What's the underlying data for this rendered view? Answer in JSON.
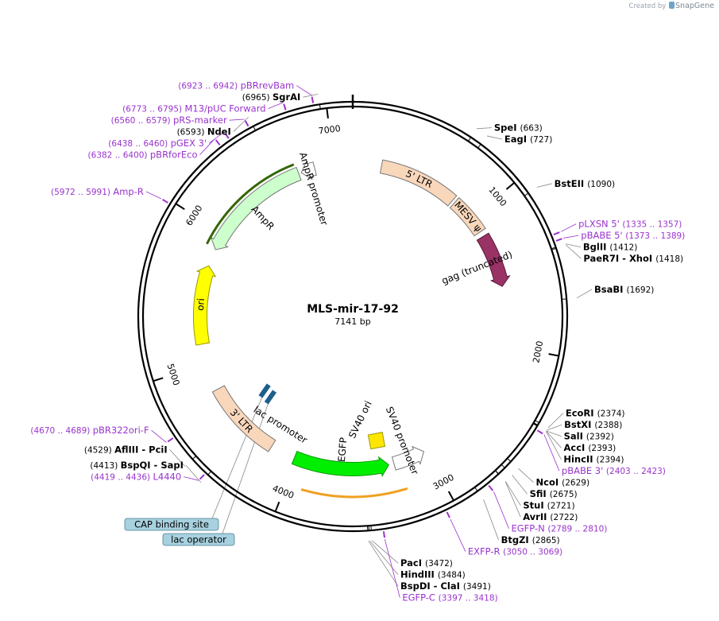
{
  "credit": {
    "prefix": "Created by",
    "brand": "SnapGene"
  },
  "plasmid": {
    "name": "MLS-mir-17-92",
    "size_label": "7141 bp",
    "length": 7141
  },
  "ticks": [
    {
      "pos": 1000,
      "label": "1000"
    },
    {
      "pos": 2000,
      "label": "2000"
    },
    {
      "pos": 3000,
      "label": "3000"
    },
    {
      "pos": 4000,
      "label": "4000"
    },
    {
      "pos": 5000,
      "label": "5000"
    },
    {
      "pos": 6000,
      "label": "6000"
    },
    {
      "pos": 7000,
      "label": "7000"
    }
  ],
  "features": [
    {
      "name": "5' LTR",
      "start": 215,
      "end": 808,
      "dir": 0,
      "track": 0,
      "fill": "#f9d7bb",
      "stroke": "#777777",
      "label_inside": true
    },
    {
      "name": "MESV ψ",
      "start": 830,
      "end": 1120,
      "dir": 0,
      "track": 0,
      "fill": "#f9d7bb",
      "stroke": "#777777",
      "label_inside": true
    },
    {
      "name": "gag (truncated)",
      "start": 1160,
      "end": 1560,
      "dir": 1,
      "track": 0,
      "fill": "#993366",
      "stroke": "#5a1a3a",
      "label_inside": false
    },
    {
      "name": "SV40 ori",
      "start": 3320,
      "end": 3390,
      "dir": 0,
      "track": 1,
      "fill": "#ffe600",
      "stroke": "#999900",
      "label_inside": false
    },
    {
      "name": "SV40 promoter",
      "start": 3020,
      "end": 3260,
      "dir": -1,
      "track": 0,
      "fill": "#ffffff",
      "stroke": "#777777",
      "label_inside": false
    },
    {
      "name": "EGFP",
      "start": 3300,
      "end": 4016,
      "dir": -1,
      "track": 0,
      "fill": "#00ee00",
      "stroke": "#009900",
      "label_inside": false
    },
    {
      "name": "3' LTR",
      "start": 4205,
      "end": 4795,
      "dir": 0,
      "track": 0,
      "fill": "#f9d7bb",
      "stroke": "#777777",
      "label_inside": true
    },
    {
      "name": "ori",
      "start": 5150,
      "end": 5740,
      "dir": 1,
      "track": 0,
      "fill": "#ffff00",
      "stroke": "#999900",
      "label_inside": true
    },
    {
      "name": "AmpR",
      "start": 5870,
      "end": 6730,
      "dir": -1,
      "track": 0,
      "fill": "#ccffcc",
      "stroke": "#777777",
      "label_inside": false
    },
    {
      "name": "AmpR promoter",
      "start": 6750,
      "end": 6855,
      "dir": -1,
      "track": 0,
      "fill": "#ffffff",
      "stroke": "#777777",
      "label_inside": false
    }
  ],
  "orf_arcs": [
    {
      "start": 3900,
      "end": 3220,
      "color": "#f0a020"
    },
    {
      "start": 5880,
      "end": 6720,
      "color": "#336600"
    }
  ],
  "small_boxes": [
    {
      "name": "CAP binding site",
      "pos": 4560,
      "fill": "#1e5f8c"
    },
    {
      "name": "lac operator",
      "pos": 4510,
      "fill": "#1e5f8c"
    }
  ],
  "lac_promoter": {
    "name": "lac promoter",
    "pos": 4520
  },
  "sites": [
    {
      "name": "SgrAI",
      "pos_text": "(6965)",
      "pos": 6965
    },
    {
      "name": "SpeI",
      "pos_text": "(663)",
      "pos": 663
    },
    {
      "name": "EagI",
      "pos_text": "(727)",
      "pos": 727
    },
    {
      "name": "BstEII",
      "pos_text": "(1090)",
      "pos": 1090
    },
    {
      "name": "BglII",
      "pos_text": "(1412)",
      "pos": 1412
    },
    {
      "name": "PaeR7I - XhoI",
      "pos_text": "(1418)",
      "pos": 1418
    },
    {
      "name": "BsaBI",
      "pos_text": "(1692)",
      "pos": 1692
    },
    {
      "name": "EcoRI",
      "pos_text": "(2374)",
      "pos": 2374
    },
    {
      "name": "BstXI",
      "pos_text": "(2388)",
      "pos": 2388
    },
    {
      "name": "SalI",
      "pos_text": "(2392)",
      "pos": 2392
    },
    {
      "name": "AccI",
      "pos_text": "(2393)",
      "pos": 2393
    },
    {
      "name": "HincII",
      "pos_text": "(2394)",
      "pos": 2394
    },
    {
      "name": "NcoI",
      "pos_text": "(2629)",
      "pos": 2629
    },
    {
      "name": "SfiI",
      "pos_text": "(2675)",
      "pos": 2675
    },
    {
      "name": "StuI",
      "pos_text": "(2721)",
      "pos": 2721
    },
    {
      "name": "AvrII",
      "pos_text": "(2722)",
      "pos": 2722
    },
    {
      "name": "BtgZI",
      "pos_text": "(2865)",
      "pos": 2865
    },
    {
      "name": "PacI",
      "pos_text": "(3472)",
      "pos": 3472
    },
    {
      "name": "HindIII",
      "pos_text": "(3484)",
      "pos": 3484
    },
    {
      "name": "BspDI - ClaI",
      "pos_text": "(3491)",
      "pos": 3491
    },
    {
      "name": "BspQI - SapI",
      "pos_text": "(4413)",
      "pos": 4413
    },
    {
      "name": "AflIII - PciI",
      "pos_text": "(4529)",
      "pos": 4529
    },
    {
      "name": "NdeI",
      "pos_text": "(6593)",
      "pos": 6593
    }
  ],
  "primers": [
    {
      "name": "pBRrevBam",
      "range": "(6923 .. 6942)",
      "pos": 6932
    },
    {
      "name": "M13/pUC Forward",
      "range": "(6773 .. 6795)",
      "pos": 6784
    },
    {
      "name": "pRS-marker",
      "range": "(6560 .. 6579)",
      "pos": 6570
    },
    {
      "name": "pGEX 3'",
      "range": "(6438 .. 6460)",
      "pos": 6449
    },
    {
      "name": "pBRforEco",
      "range": "(6382 .. 6400)",
      "pos": 6391
    },
    {
      "name": "Amp-R",
      "range": "(5972 .. 5991)",
      "pos": 5982
    },
    {
      "name": "pLXSN 5'",
      "range": "(1335 .. 1357)",
      "pos": 1346
    },
    {
      "name": "pBABE 5'",
      "range": "(1373 .. 1389)",
      "pos": 1381
    },
    {
      "name": "pBABE 3'",
      "range": "(2403 .. 2423)",
      "pos": 2413
    },
    {
      "name": "EGFP-N",
      "range": "(2789 .. 2810)",
      "pos": 2800
    },
    {
      "name": "EXFP-R",
      "range": "(3050 .. 3069)",
      "pos": 3060
    },
    {
      "name": "EGFP-C",
      "range": "(3397 .. 3418)",
      "pos": 3408
    },
    {
      "name": "pBR322ori-F",
      "range": "(4670 .. 4689)",
      "pos": 4680
    },
    {
      "name": "L4440",
      "range": "(4419 .. 4436)",
      "pos": 4428
    }
  ],
  "colors": {
    "enzyme": "#000000",
    "primer": "#9933cc",
    "backbone": "#000000",
    "callout": "#888888",
    "box_label_bg": "#a7d1df"
  }
}
